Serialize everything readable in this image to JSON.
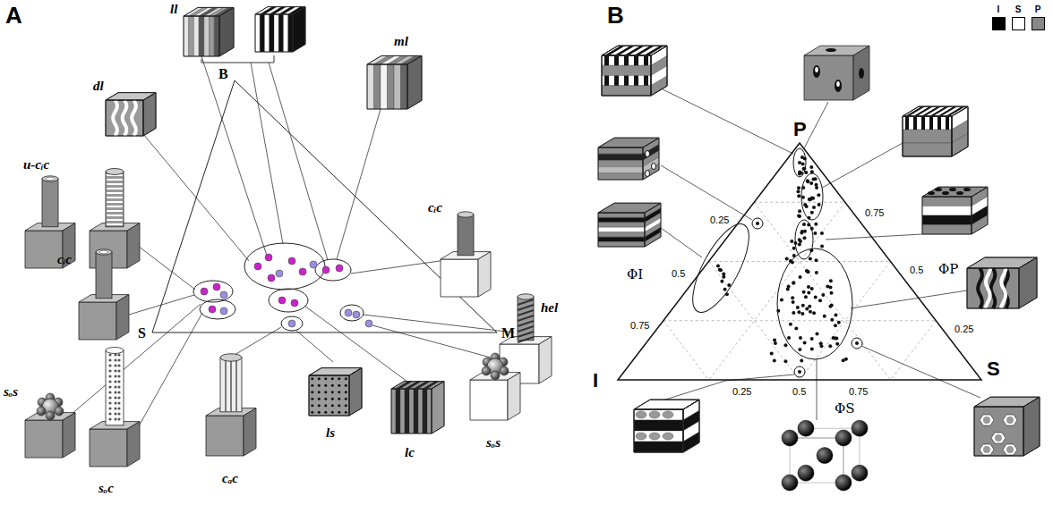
{
  "diagram": {
    "labels": [
      "A",
      "ll",
      "dl",
      "B",
      "ml",
      "u-cᵢc",
      "cᵢc",
      "cᵢc",
      "hel",
      "S",
      "M",
      "sₒs",
      "sₒc",
      "cₐc",
      "ls",
      "lc",
      "sₒs",
      "B",
      "P",
      "0.25",
      "ΦI",
      "0.5",
      "0.75",
      "0.75",
      "0.5",
      "ΦP",
      "0.25",
      "I",
      "S",
      "0.25",
      "0.5",
      "ΦS",
      "0.75"
    ],
    "legend": [
      {
        "text": "I",
        "color": "#000000"
      },
      {
        "text": "S",
        "color": "#ffffff"
      },
      {
        "text": "P",
        "color": "#888888"
      }
    ]
  }
}
